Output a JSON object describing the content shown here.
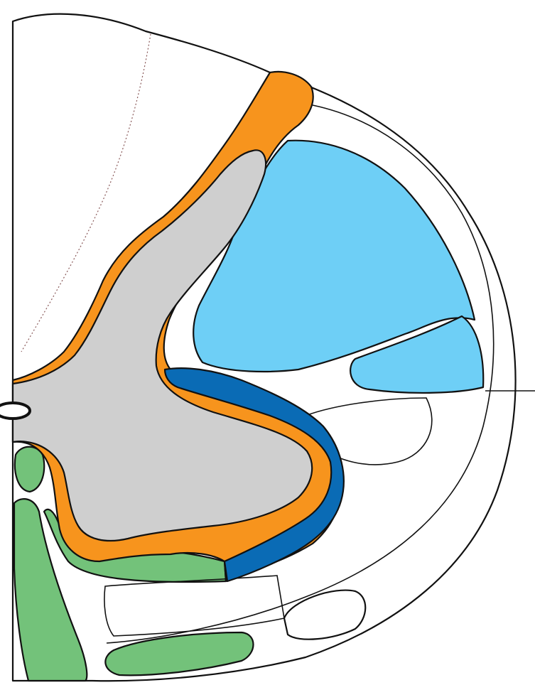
{
  "diagram": {
    "regions": [
      {
        "key": "outline",
        "color": "#ffffff"
      },
      {
        "key": "gray-matter",
        "color": "#cfcfcf"
      },
      {
        "key": "orange-layer",
        "color": "#f7941d"
      },
      {
        "key": "light-blue-region",
        "color": "#6ecff6"
      },
      {
        "key": "light-blue-small-region",
        "color": "#6ecff6"
      },
      {
        "key": "dark-blue-region",
        "color": "#0a6bb5"
      },
      {
        "key": "green-region",
        "color": "#73c27a"
      }
    ]
  }
}
